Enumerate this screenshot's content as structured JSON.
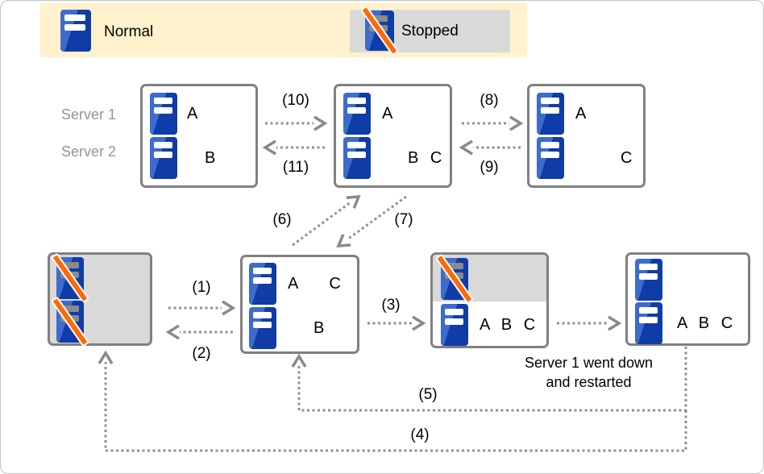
{
  "legend": {
    "normal_label": "Normal",
    "stopped_label": "Stopped"
  },
  "row_labels": {
    "server1": "Server 1",
    "server2": "Server 2"
  },
  "boxes": {
    "top_left": {
      "row1": "A",
      "row2": "B"
    },
    "top_middle": {
      "row1": "A",
      "row2": "B C"
    },
    "top_right": {
      "row1": "A",
      "row2": "C"
    },
    "bottom_middle": {
      "row1_a": "A",
      "row1_c": "C",
      "row2": "B"
    },
    "server1_down": {
      "row2": "A B C"
    },
    "recovered": {
      "row2": "A B C"
    }
  },
  "arrow_labels": {
    "a1": "(1)",
    "a2": "(2)",
    "a3": "(3)",
    "a4": "(4)",
    "a5": "(5)",
    "a6": "(6)",
    "a7": "(7)",
    "a8": "(8)",
    "a9": "(9)",
    "a10": "(10)",
    "a11": "(11)"
  },
  "note": {
    "line1": "Server 1 went down",
    "line2": "and restarted"
  },
  "colors": {
    "server_blue": "#0f3ca6",
    "server_blue_light": "#3e6ccc",
    "stopped_slash_orange": "#ff6a00",
    "legend_background": "#fff2cc",
    "stopped_background": "#d9d9d9",
    "box_border_gray": "#808080",
    "arrow_gray": "#8f8f8f",
    "server_label_gray": "#949494"
  }
}
